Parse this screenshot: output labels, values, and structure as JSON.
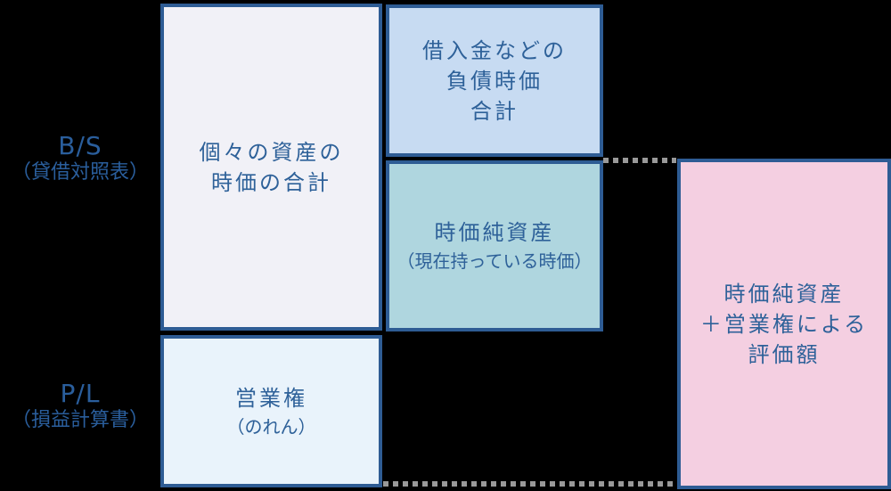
{
  "page": {
    "background": "#000000",
    "description": "Diagram explaining company valuation: market-value net assets plus goodwill"
  },
  "side_labels": {
    "bs": {
      "title": "B/S",
      "subtitle": "（貸借対照表）"
    },
    "pl": {
      "title": "P/L",
      "subtitle": "（損益計算書）"
    }
  },
  "boxes": {
    "assets_total": {
      "line1": "個々の資産の",
      "line2": "時価の合計",
      "fill": "#F1F1F7"
    },
    "liabilities_total": {
      "line1": "借入金などの",
      "line2": "負債時価",
      "line3": "合計",
      "fill": "#C7DBF2"
    },
    "net_assets": {
      "title": "時価純資産",
      "note": "（現在持っている時価）",
      "fill": "#AFD6DF"
    },
    "goodwill": {
      "title": "営業権",
      "note": "（のれん）",
      "fill": "#E9F3FB"
    },
    "valuation": {
      "line1": "時価純資産",
      "line2": "＋営業権による",
      "line3": "評価額",
      "fill": "#F4CFE1"
    }
  },
  "connectors": {
    "style": "dotted",
    "color": "#999999"
  },
  "colors": {
    "background": "#000000",
    "box_border": "#2E5C94",
    "box_text": "#2E6199",
    "label_text": "#2A5E9C"
  }
}
